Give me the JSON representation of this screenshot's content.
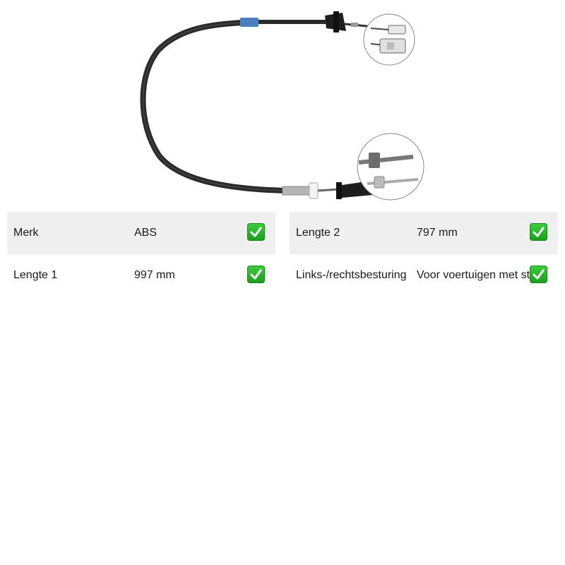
{
  "specs": {
    "left": [
      {
        "label": "Merk",
        "value": "ABS",
        "icon": "check-mark-icon"
      },
      {
        "label": "Lengte 1",
        "value": "997 mm",
        "icon": "check-mark-icon"
      }
    ],
    "right": [
      {
        "label": "Lengte 2",
        "value": "797 mm",
        "icon": "check-mark-icon"
      },
      {
        "label": "Links-/rechtsbesturing",
        "value": "Voor voertuigen met stuur",
        "icon": "check-mark-icon"
      }
    ]
  },
  "colors": {
    "row_shade": "#f0f0f0",
    "check_green": "#2fb52f",
    "cable": "#2a2a2a",
    "sleeve_blue": "#4a7fc0"
  }
}
